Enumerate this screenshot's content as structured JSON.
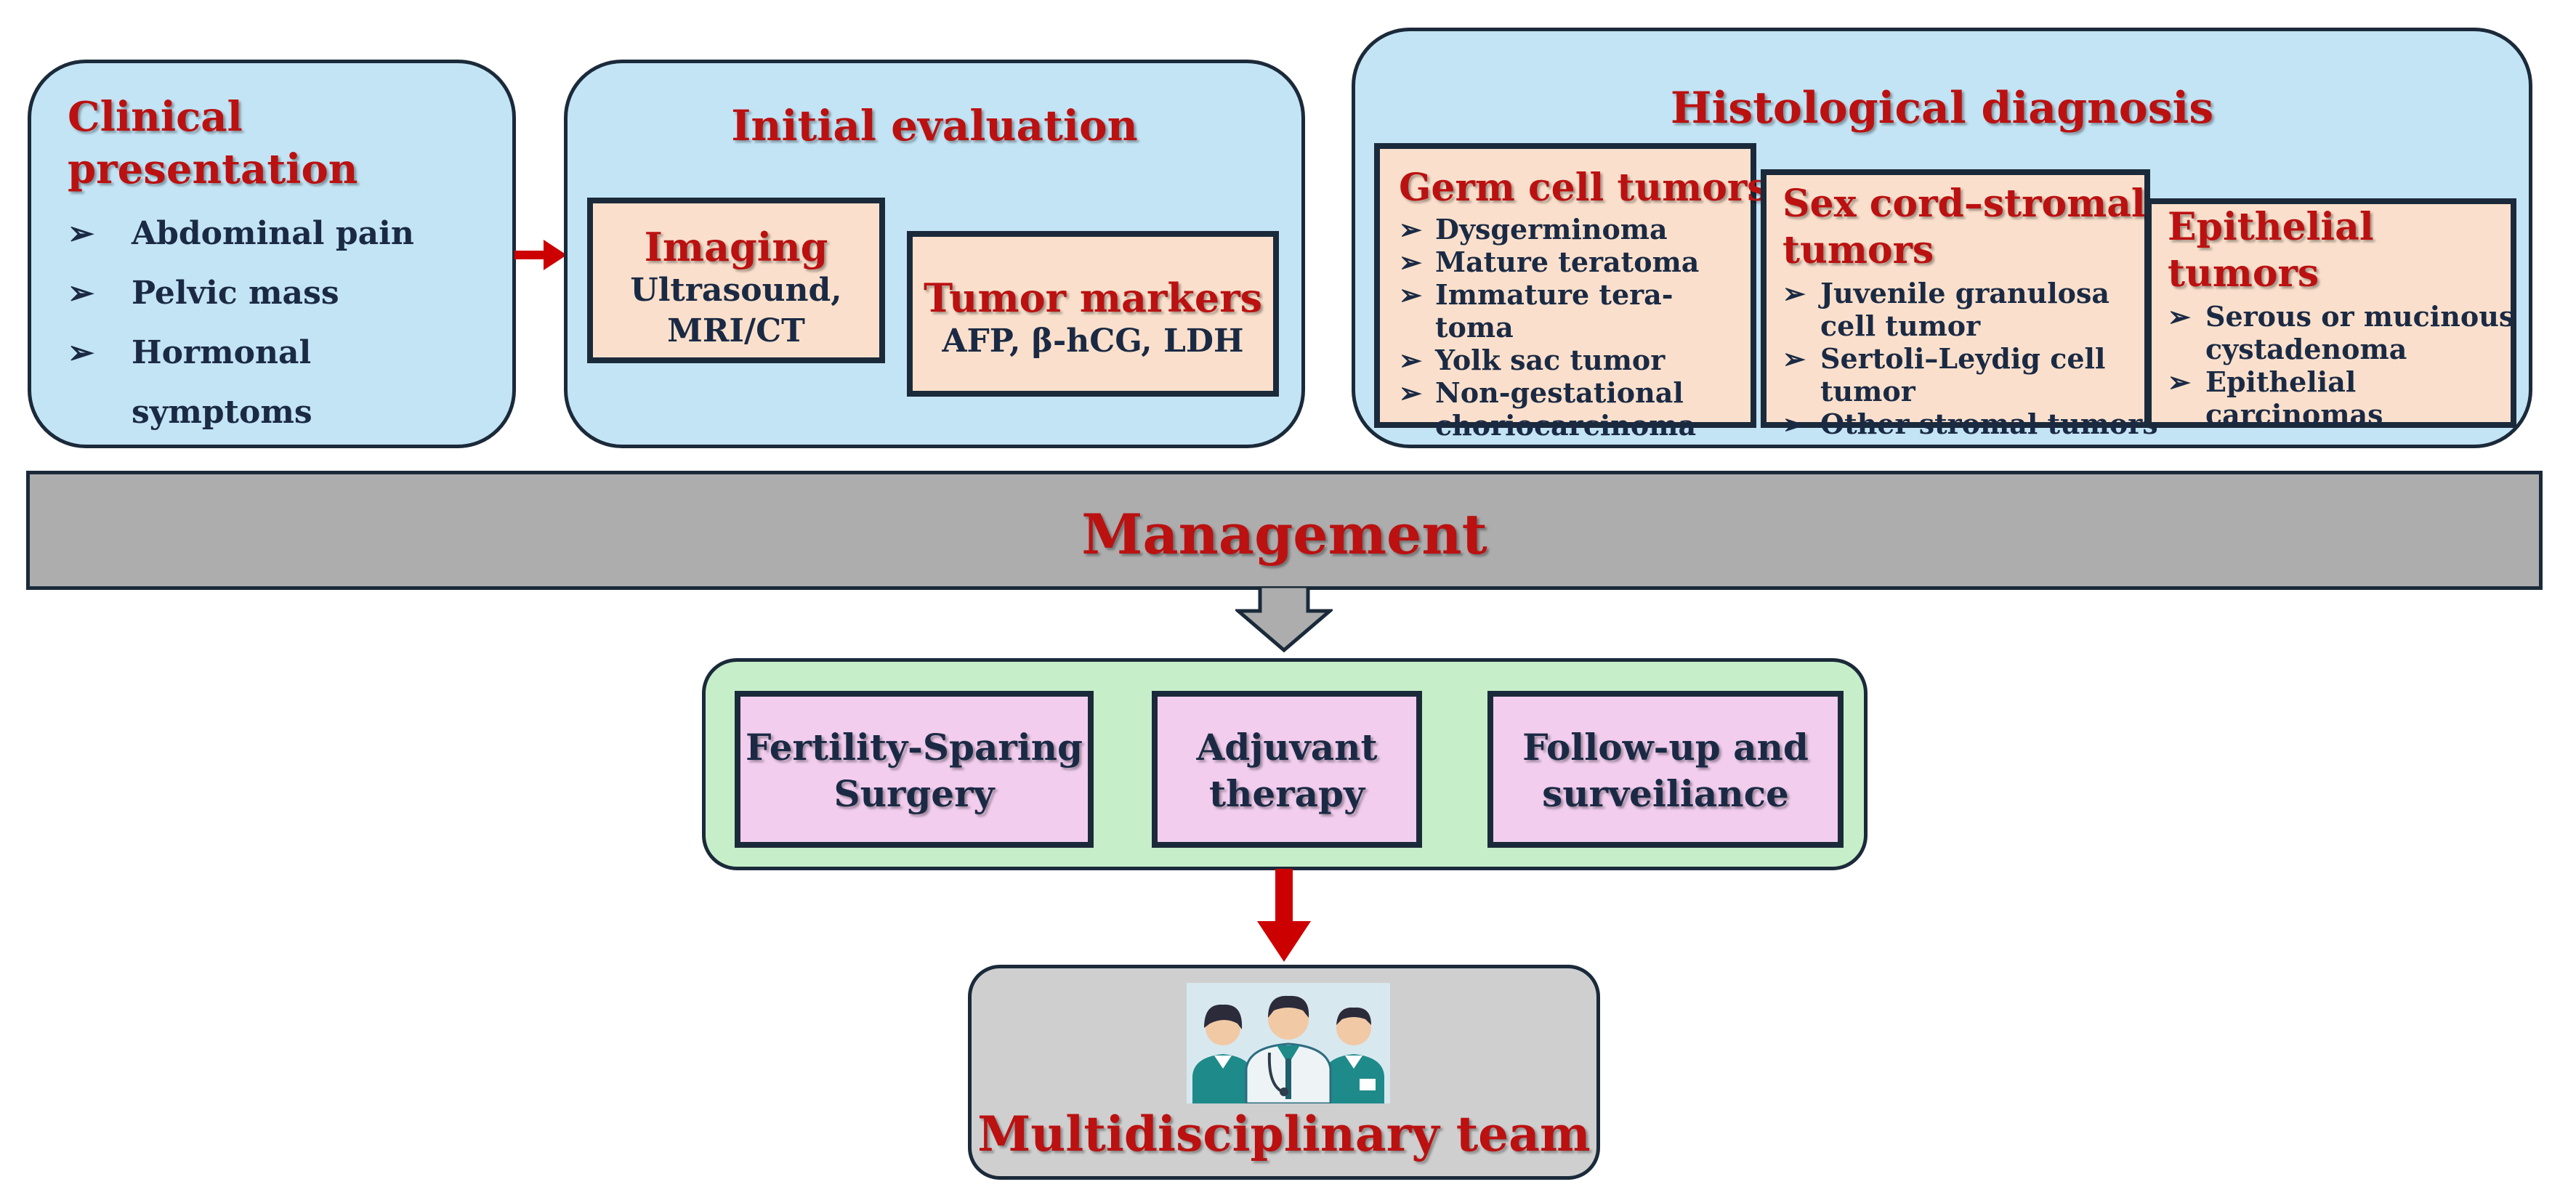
{
  "clinical": {
    "title_line1": "Clinical",
    "title_line2": "presentation",
    "items": [
      "Abdominal pain",
      "Pelvic mass",
      "Hormonal",
      "symptoms"
    ]
  },
  "initial": {
    "title": "Initial evaluation",
    "imaging": {
      "title": "Imaging",
      "line1": "Ultrasound,",
      "line2": "MRI/CT"
    },
    "markers": {
      "title": "Tumor markers",
      "line1": "AFP, β-hCG, LDH"
    }
  },
  "histological": {
    "title": "Histological diagnosis",
    "germ": {
      "title": "Germ cell tumors",
      "items": [
        "Dysgerminoma",
        "Mature teratoma",
        "Immature tera-toma",
        "Yolk sac tumor",
        "Non-gestational",
        "choriocarcinoma"
      ]
    },
    "sexcord": {
      "title_line1": "Sex cord–stromal",
      "title_line2": "tumors",
      "items": [
        "Juvenile granulosa",
        "cell tumor",
        "Sertoli–Leydig cell",
        "tumor",
        "Other stromal tumors"
      ]
    },
    "epithelial": {
      "title_line1": "Epithelial",
      "title_line2": "tumors",
      "items": [
        "Serous or mucinous",
        "cystadenoma",
        "Epithelial",
        "carcinomas"
      ]
    }
  },
  "management": {
    "title": "Management",
    "boxes": [
      {
        "line1": "Fertility-Sparing",
        "line2": "Surgery"
      },
      {
        "line1": "Adjuvant",
        "line2": "therapy"
      },
      {
        "line1": "Follow-up and",
        "line2": "surveiliance"
      }
    ]
  },
  "team": {
    "title": "Multidisciplinary team",
    "icon": "medical-team-icon"
  },
  "bullet_glyph": "➢",
  "colors": {
    "title_red": "#bb1111",
    "text_navy": "#1b2a44",
    "panel_blue": "#c3e4f5",
    "box_peach": "#fae0cc",
    "box_pink": "#f2cdee",
    "panel_green": "#c6eec9",
    "bar_grey": "#adadad",
    "arrow_red": "#cc0000"
  }
}
